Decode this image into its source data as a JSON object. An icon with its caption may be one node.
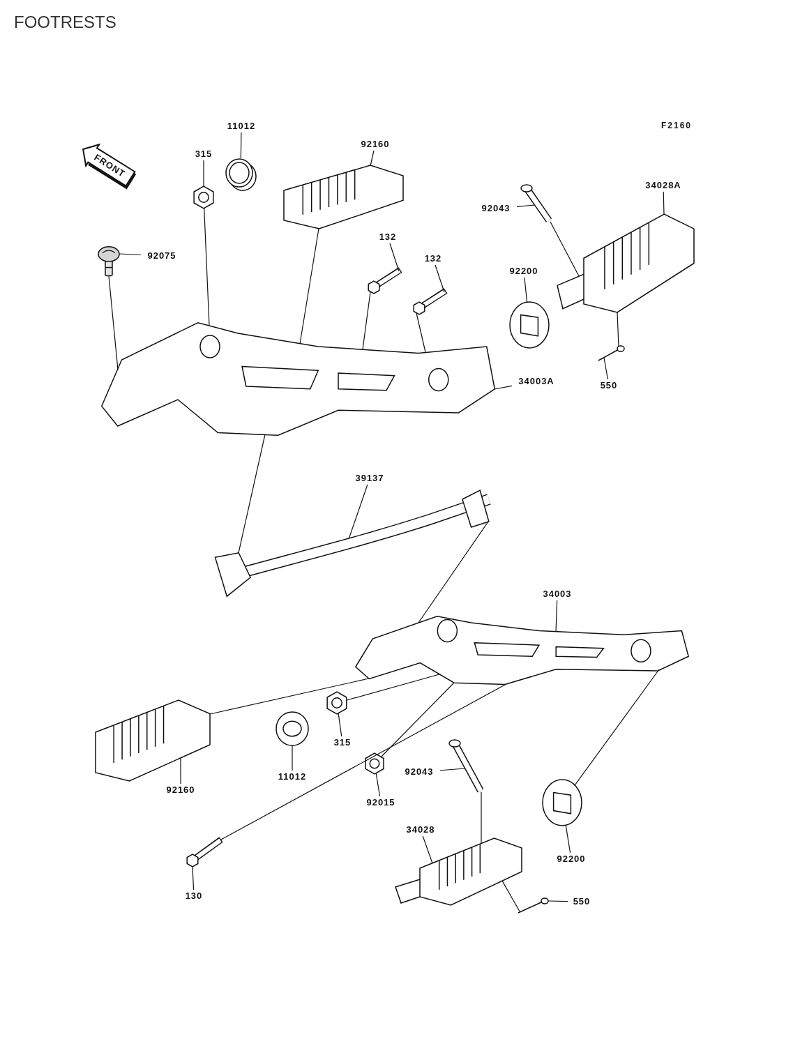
{
  "diagram": {
    "title": "FOOTRESTS",
    "nodes": [
      {
        "text": [
          "315"
        ]
      },
      {
        "text": [
          "11012"
        ]
      },
      {
        "text": [
          "92160"
        ]
      },
      {
        "text": [
          "92075"
        ]
      },
      {
        "text": [
          "132"
        ]
      },
      {
        "text": [
          "132"
        ]
      },
      {
        "text": [
          "92043"
        ]
      },
      {
        "text": [
          "34028A"
        ]
      },
      {
        "text": [
          "92200"
        ]
      },
      {
        "text": [
          "550"
        ]
      },
      {
        "text": [
          "34003A"
        ]
      },
      {
        "text": [
          "39137"
        ]
      },
      {
        "text": [
          "34003"
        ]
      },
      {
        "text": [
          "92160"
        ]
      },
      {
        "text": [
          "11012"
        ]
      },
      {
        "text": [
          "315"
        ]
      },
      {
        "text": [
          "92015"
        ]
      },
      {
        "text": [
          "92043"
        ]
      },
      {
        "text": [
          "34028"
        ]
      },
      {
        "text": [
          "92200"
        ]
      },
      {
        "text": [
          "130"
        ]
      },
      {
        "text": [
          "550"
        ]
      },
      {
        "text": [],
        "shape": "picture"
      },
      {
        "text": [],
        "shape": "picture"
      },
      {
        "text": [],
        "shape": "picture"
      },
      {
        "text": [],
        "shape": "picture"
      },
      {
        "text": [],
        "shape": "picture"
      },
      {
        "text": [],
        "shape": "picture"
      },
      {
        "text": [],
        "shape": "picture"
      },
      {
        "text": [],
        "shape": "picture"
      },
      {
        "text": [],
        "shape": "picture"
      },
      {
        "text": [],
        "shape": "picture"
      },
      {
        "text": [],
        "shape": "picture"
      },
      {
        "text": [],
        "shape": "picture"
      },
      {
        "text": [],
        "shape": "picture"
      },
      {
        "text": [],
        "shape": "picture"
      },
      {
        "text": [],
        "shape": "picture"
      },
      {
        "text": [],
        "shape": "picture"
      },
      {
        "text": [],
        "shape": "picture"
      },
      {
        "text": [],
        "shape": "picture"
      },
      {
        "text": [],
        "shape": "picture"
      },
      {
        "text": [],
        "shape": "picture"
      },
      {
        "text": [],
        "shape": "picture"
      },
      {
        "text": [],
        "shape": "picture"
      }
    ],
    "edges": [
      {
        "from": 0,
        "to": 22,
        "arrow": "none"
      },
      {
        "from": 1,
        "to": 23,
        "arrow": "none"
      },
      {
        "from": 2,
        "to": 24,
        "arrow": "none"
      },
      {
        "from": 3,
        "to": 25,
        "arrow": "none"
      },
      {
        "from": 4,
        "to": 26,
        "arrow": "none"
      },
      {
        "from": 5,
        "to": 27,
        "arrow": "none"
      },
      {
        "from": 6,
        "to": 28,
        "arrow": "none"
      },
      {
        "from": 7,
        "to": 29,
        "arrow": "none"
      },
      {
        "from": 8,
        "to": 30,
        "arrow": "none"
      },
      {
        "from": 9,
        "to": 31,
        "arrow": "none"
      },
      {
        "from": 10,
        "to": 32,
        "arrow": "none"
      },
      {
        "from": 11,
        "to": 33,
        "arrow": "none"
      },
      {
        "from": 12,
        "to": 34,
        "arrow": "none"
      },
      {
        "from": 13,
        "to": 35,
        "arrow": "none"
      },
      {
        "from": 14,
        "to": 36,
        "arrow": "none"
      },
      {
        "from": 15,
        "to": 37,
        "arrow": "none"
      },
      {
        "from": 16,
        "to": 38,
        "arrow": "none"
      },
      {
        "from": 17,
        "to": 39,
        "arrow": "none"
      },
      {
        "from": 18,
        "to": 40,
        "arrow": "none"
      },
      {
        "from": 19,
        "to": 41,
        "arrow": "none"
      },
      {
        "from": 20,
        "to": 42,
        "arrow": "none"
      },
      {
        "from": 21,
        "to": 43,
        "arrow": "none"
      },
      {
        "from": 22,
        "to": 32,
        "arrow": "none"
      },
      {
        "from": 24,
        "to": 32,
        "arrow": "none"
      },
      {
        "from": 26,
        "to": 32,
        "arrow": "none"
      },
      {
        "from": 27,
        "to": 32,
        "arrow": "none"
      },
      {
        "from": 25,
        "to": 32,
        "arrow": "none"
      },
      {
        "from": 28,
        "to": 29,
        "arrow": "none"
      },
      {
        "from": 29,
        "to": 31,
        "arrow": "none"
      },
      {
        "from": 32,
        "to": 33,
        "arrow": "none"
      },
      {
        "from": 33,
        "to": 34,
        "arrow": "none"
      },
      {
        "from": 35,
        "to": 34,
        "arrow": "none"
      },
      {
        "from": 42,
        "to": 34,
        "arrow": "none"
      },
      {
        "from": 37,
        "to": 34,
        "arrow": "none"
      },
      {
        "from": 38,
        "to": 34,
        "arrow": "none"
      },
      {
        "from": 39,
        "to": 40,
        "arrow": "none"
      },
      {
        "from": 40,
        "to": 43,
        "arrow": "none"
      },
      {
        "from": 41,
        "to": 34,
        "arrow": "none"
      }
    ],
    "labels": [
      "F2160",
      "FRONT"
    ]
  }
}
